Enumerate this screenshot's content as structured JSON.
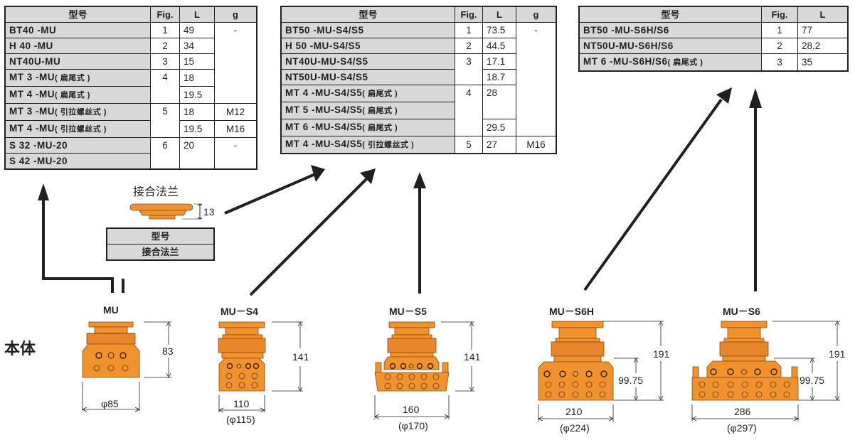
{
  "table_mu": {
    "headers": [
      "型号",
      "Fig.",
      "L",
      "g"
    ],
    "rows": [
      {
        "model": "BT40  -MU",
        "fig": "1",
        "L": "49",
        "g": "-"
      },
      {
        "model": "H 40  -MU",
        "fig": "2",
        "L": "34",
        "g": ""
      },
      {
        "model": "NT40U-MU",
        "fig": "3",
        "L": "15",
        "g": ""
      },
      {
        "model": "MT 3 -MU",
        "suffix": "( 扁尾式 )",
        "fig": "4",
        "L": "18",
        "g": ""
      },
      {
        "model": "MT 4 -MU",
        "suffix": "( 扁尾式 )",
        "fig": "",
        "L": "19.5",
        "g": ""
      },
      {
        "model": "MT 3 -MU",
        "suffix": "( 引拉螺丝式 )",
        "fig": "5",
        "L": "18",
        "g": "M12"
      },
      {
        "model": "MT 4 -MU",
        "suffix": "( 引拉螺丝式 )",
        "fig": "",
        "L": "19.5",
        "g": "M16"
      },
      {
        "model": "S 32 -MU-20",
        "fig": "6",
        "L": "20",
        "g": "-"
      },
      {
        "model": "S 42 -MU-20",
        "fig": "",
        "L": "",
        "g": ""
      }
    ]
  },
  "table_s4s5": {
    "headers": [
      "型号",
      "Fig.",
      "L",
      "g"
    ],
    "rows": [
      {
        "model": "BT50  -MU-S4/S5",
        "fig": "1",
        "L": "73.5",
        "g": "-"
      },
      {
        "model": "H 50  -MU-S4/S5",
        "fig": "2",
        "L": "44.5",
        "g": ""
      },
      {
        "model": "NT40U-MU-S4/S5",
        "fig": "3",
        "L": "17.1",
        "g": ""
      },
      {
        "model": "NT50U-MU-S4/S5",
        "fig": "",
        "L": "18.7",
        "g": ""
      },
      {
        "model": "MT 4 -MU-S4/S5",
        "suffix": "( 扁尾式 )",
        "fig": "4",
        "L": "28",
        "g": ""
      },
      {
        "model": "MT 5 -MU-S4/S5",
        "suffix": "( 扁尾式 )",
        "fig": "",
        "L": "",
        "g": ""
      },
      {
        "model": "MT 6 -MU-S4/S5",
        "suffix": "( 扁尾式 )",
        "fig": "",
        "L": "29.5",
        "g": ""
      },
      {
        "model": "MT 4 -MU-S4/S5",
        "suffix": "( 引拉螺丝式 )",
        "fig": "5",
        "L": "27",
        "g": "M16"
      }
    ]
  },
  "table_s6": {
    "headers": [
      "型号",
      "Fig.",
      "L"
    ],
    "rows": [
      {
        "model": "BT50  -MU-S6H/S6",
        "fig": "1",
        "L": "77"
      },
      {
        "model": "NT50U-MU-S6H/S6",
        "fig": "2",
        "L": "28.2"
      },
      {
        "model": "MT 6 -MU-S6H/S6",
        "suffix": "( 扁尾式 )",
        "fig": "3",
        "L": "35"
      }
    ]
  },
  "flange": {
    "title": "接合法兰",
    "height_dim": "13",
    "table_header": "型号",
    "table_value": "接合法兰"
  },
  "body_label": "本体",
  "units": [
    {
      "name": "MU",
      "height": "83",
      "width": "φ85"
    },
    {
      "name": "MU－S4",
      "height": "141",
      "width": "110",
      "diameter": "(φ115)"
    },
    {
      "name": "MU－S5",
      "height": "141",
      "width": "160",
      "diameter": "(φ170)"
    },
    {
      "name": "MU－S6H",
      "height": "191",
      "sub_height": "99.75",
      "width": "210",
      "diameter": "(φ224)"
    },
    {
      "name": "MU－S6",
      "height": "191",
      "sub_height": "99.75",
      "width": "286",
      "diameter": "(φ297)"
    }
  ],
  "colors": {
    "product_orange": "#f0922e",
    "product_outline": "#8a4a10",
    "header_gray": "#d8d8d8",
    "line": "#231f20"
  }
}
